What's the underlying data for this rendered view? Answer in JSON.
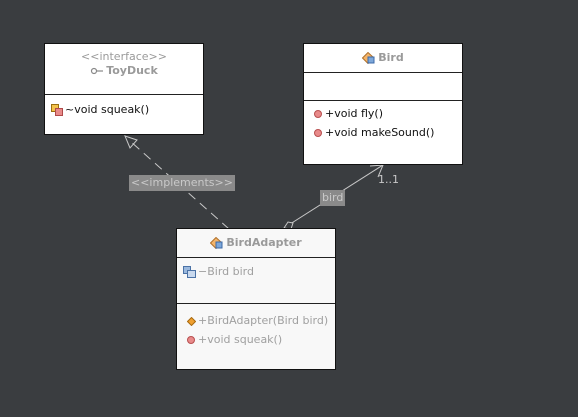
{
  "toyduck": {
    "stereotype": "<<interface>>",
    "name": "ToyDuck",
    "operations": [
      "~void squeak()"
    ]
  },
  "bird": {
    "name": "Bird",
    "operations": [
      "+void fly()",
      "+void makeSound()"
    ]
  },
  "birdadapter": {
    "name": "BirdAdapter",
    "attributes": [
      "−Bird bird"
    ],
    "operations": [
      "+BirdAdapter(Bird bird)",
      "+void squeak()"
    ]
  },
  "relations": {
    "implements_label": "<<implements>>",
    "association_label": "bird",
    "multiplicity": "1..1"
  },
  "icons": {
    "interface": "interface-lollipop-icon",
    "class": "class-icon",
    "field": "field-icon",
    "package_method": "package-method-icon",
    "public_method": "public-method-icon",
    "constructor": "constructor-icon"
  },
  "colors": {
    "background": "#3a3d40",
    "method_dot": "#e88a8a",
    "constructor_diamond": "#f0a030",
    "connector": "#c8c8c8"
  }
}
